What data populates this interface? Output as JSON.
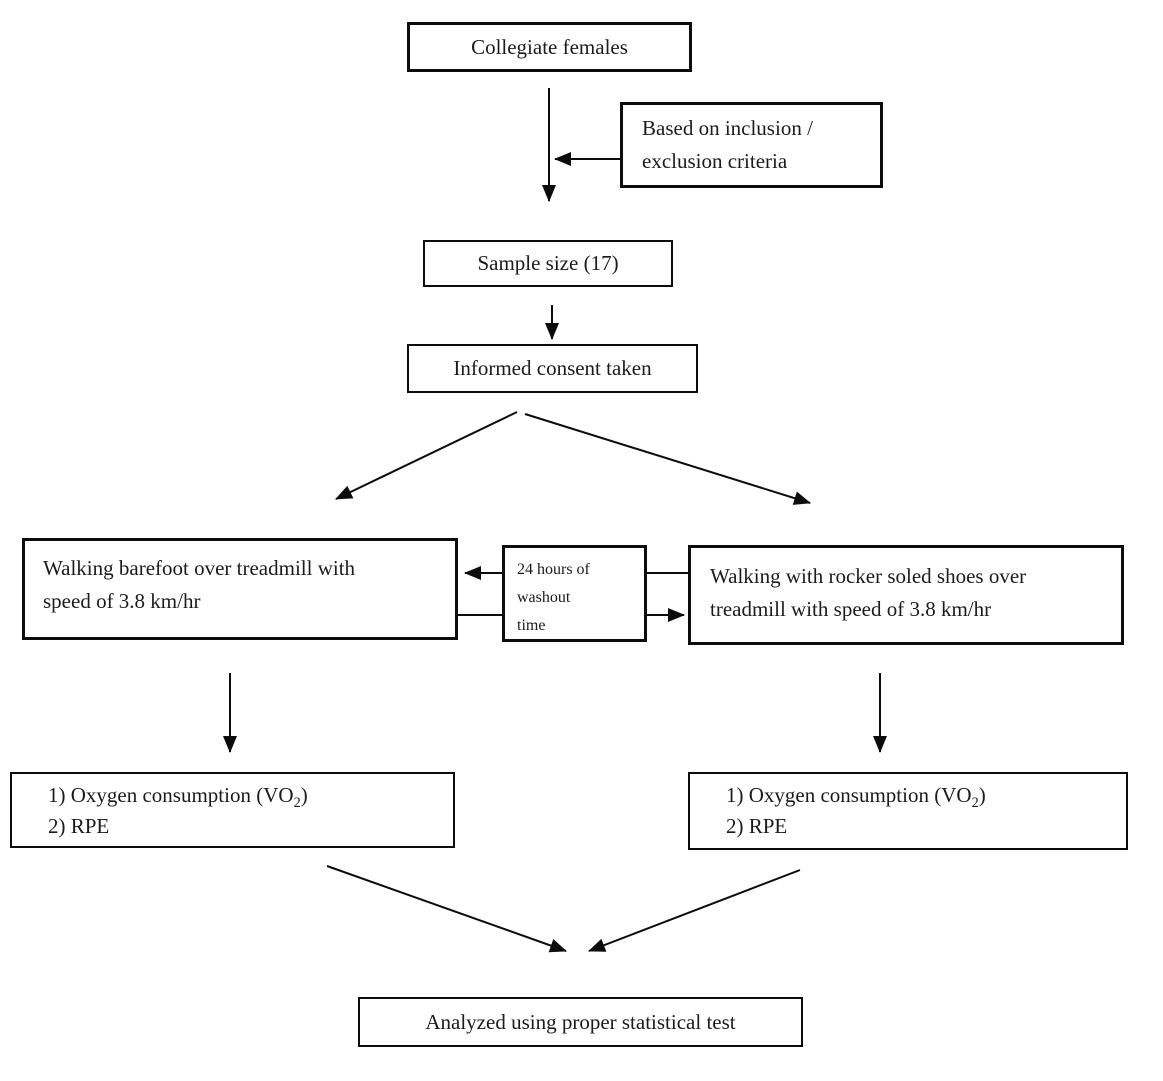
{
  "diagram": {
    "type": "flowchart",
    "background_color": "#ffffff",
    "line_color": "#0c0c0c",
    "text_color": "#1b1b1b",
    "nodes": {
      "collegiate": {
        "label": "Collegiate females"
      },
      "criteria": {
        "lines": [
          "Based on inclusion /",
          "exclusion criteria"
        ]
      },
      "sample": {
        "label": "Sample size (17)"
      },
      "consent": {
        "label": "Informed consent taken"
      },
      "barefoot": {
        "lines": [
          "Walking barefoot over treadmill with",
          "speed of 3.8 km/hr"
        ]
      },
      "washout": {
        "lines": [
          "24 hours of",
          "washout",
          "time"
        ]
      },
      "rocker": {
        "lines": [
          "Walking with rocker soled shoes over",
          "treadmill with speed of 3.8 km/hr"
        ]
      },
      "outcome_left": {
        "item1_pre": "1) Oxygen consumption (VO",
        "item1_sub": "2",
        "item1_post": ")",
        "item2": "2) RPE"
      },
      "outcome_right": {
        "item1_pre": "1) Oxygen consumption (VO",
        "item1_sub": "2",
        "item1_post": ")",
        "item2": "2) RPE"
      },
      "analyzed": {
        "label": "Analyzed using proper statistical test"
      }
    },
    "edges": [
      "collegiate -> sample",
      "criteria -> selection-arrow",
      "sample -> consent",
      "consent -> barefoot",
      "consent -> rocker",
      "washout -> barefoot",
      "barefoot -> washout",
      "washout -> rocker",
      "rocker -> washout",
      "barefoot -> outcome_left",
      "rocker -> outcome_right",
      "outcome_left -> analyzed",
      "outcome_right -> analyzed"
    ]
  }
}
